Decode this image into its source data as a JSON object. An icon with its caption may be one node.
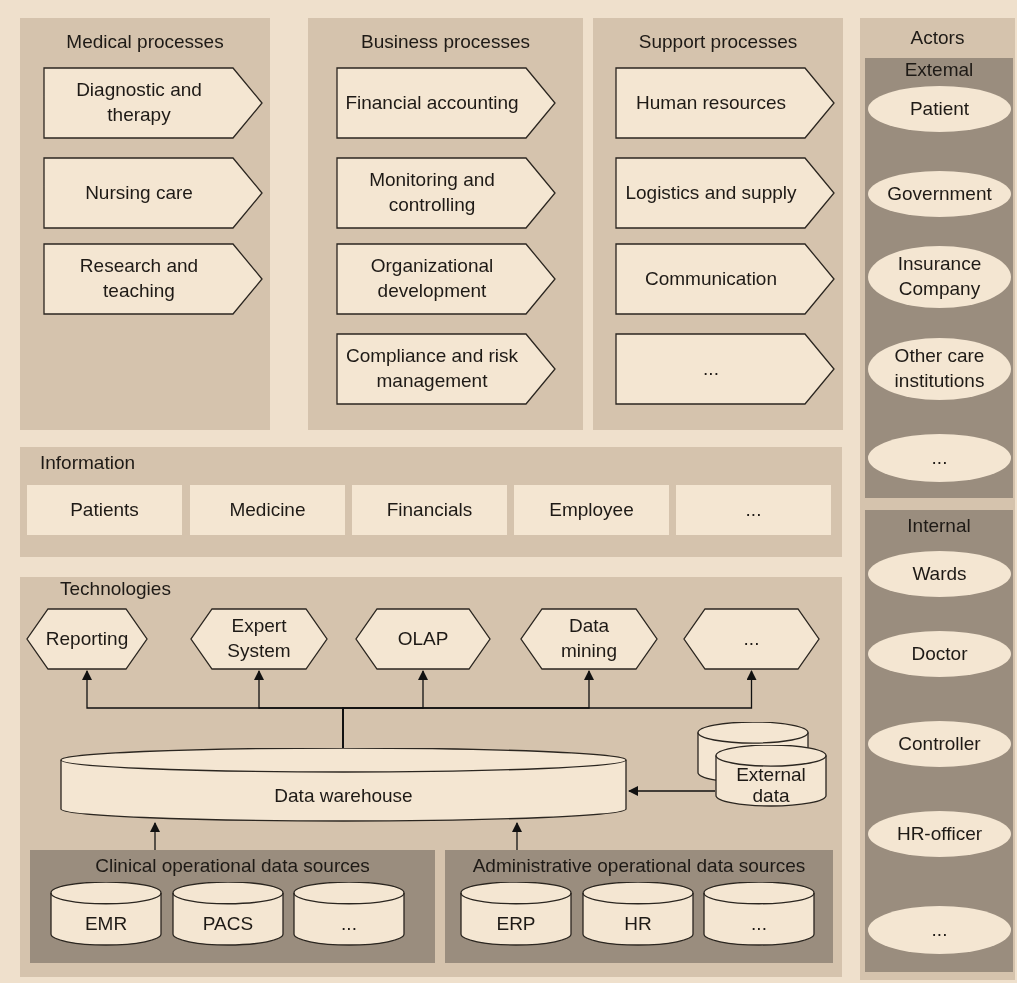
{
  "diagram": {
    "nodes": [
      {
        "text": [
          "Medical processes"
        ]
      },
      {
        "text": [
          "Diagnostic and therapy"
        ],
        "in": 0
      },
      {
        "text": [
          "Nursing care"
        ],
        "in": 0
      },
      {
        "text": [
          "Research and teaching"
        ],
        "in": 0
      },
      {
        "text": [
          "Business processes"
        ]
      },
      {
        "text": [
          "Financial accounting"
        ],
        "in": 4
      },
      {
        "text": [
          "Monitoring and controlling"
        ],
        "in": 4
      },
      {
        "text": [
          "Organizational development"
        ],
        "in": 4
      },
      {
        "text": [
          "Compliance and risk management"
        ],
        "in": 4
      },
      {
        "text": [
          "Support processes"
        ]
      },
      {
        "text": [
          "Human resources"
        ],
        "in": 9
      },
      {
        "text": [
          "Logistics and supply"
        ],
        "in": 9
      },
      {
        "text": [
          "Communication"
        ],
        "in": 9
      },
      {
        "text": [
          "..."
        ],
        "in": 9
      },
      {
        "text": [
          "Actors"
        ]
      },
      {
        "text": [
          "Extemal"
        ],
        "in": 14
      },
      {
        "text": [
          "Patient"
        ],
        "in": 15
      },
      {
        "text": [
          "Government"
        ],
        "in": 15
      },
      {
        "text": [
          "Insurance Company"
        ],
        "in": 15
      },
      {
        "text": [
          "Other care institutions"
        ],
        "in": 15
      },
      {
        "text": [
          "..."
        ],
        "in": 15
      },
      {
        "text": [
          "Internal"
        ],
        "in": 14
      },
      {
        "text": [
          "Wards"
        ],
        "in": 21
      },
      {
        "text": [
          "Doctor"
        ],
        "in": 21
      },
      {
        "text": [
          "Controller"
        ],
        "in": 21
      },
      {
        "text": [
          "HR-officer"
        ],
        "in": 21
      },
      {
        "text": [
          "..."
        ],
        "in": 21
      },
      {
        "text": [
          "Information"
        ]
      },
      {
        "text": [
          "Patients"
        ],
        "in": 27
      },
      {
        "text": [
          "Medicine"
        ],
        "in": 27
      },
      {
        "text": [
          "Financials"
        ],
        "in": 27
      },
      {
        "text": [
          "Employee"
        ],
        "in": 27
      },
      {
        "text": [
          "..."
        ],
        "in": 27
      },
      {
        "text": [
          "Technologies"
        ]
      },
      {
        "text": [
          "Reporting"
        ],
        "in": 33
      },
      {
        "text": [
          "Expert System"
        ],
        "in": 33
      },
      {
        "text": [
          "OLAP"
        ],
        "in": 33
      },
      {
        "text": [
          "Data mining"
        ],
        "in": 33
      },
      {
        "text": [
          "..."
        ],
        "in": 33
      },
      {
        "text": [
          "Data warehouse"
        ],
        "in": 33
      },
      {
        "text": [],
        "shape": "cylinder",
        "in": 33
      },
      {
        "text": [
          "External data"
        ],
        "in": 33
      },
      {
        "text": [
          "Clinical operational data sources"
        ],
        "in": 33
      },
      {
        "text": [
          "EMR"
        ],
        "in": 42
      },
      {
        "text": [
          "PACS"
        ],
        "in": 42
      },
      {
        "text": [
          "..."
        ],
        "in": 42
      },
      {
        "text": [
          "Administrative operational data sources"
        ],
        "in": 33
      },
      {
        "text": [
          "ERP"
        ],
        "in": 46
      },
      {
        "text": [
          "HR"
        ],
        "in": 46
      },
      {
        "text": [
          "..."
        ],
        "in": 46
      }
    ],
    "edges": [
      {
        "from": 39,
        "to": 34,
        "arrow": "to"
      },
      {
        "from": 39,
        "to": 35,
        "arrow": "to"
      },
      {
        "from": 39,
        "to": 36,
        "arrow": "to"
      },
      {
        "from": 39,
        "to": 37,
        "arrow": "to"
      },
      {
        "from": 39,
        "to": 38,
        "arrow": "to"
      },
      {
        "from": 41,
        "to": 39,
        "arrow": "to"
      },
      {
        "from": 42,
        "to": 39,
        "arrow": "to"
      },
      {
        "from": 46,
        "to": 39,
        "arrow": "to"
      }
    ]
  }
}
